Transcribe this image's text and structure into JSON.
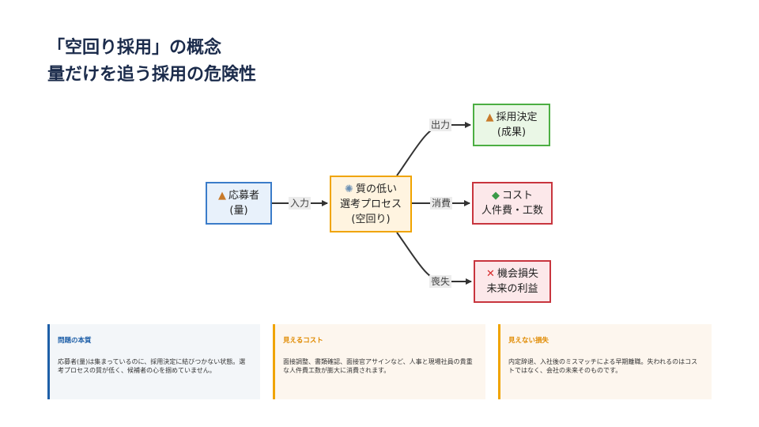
{
  "header": {
    "title_line1": "「空回り採用」の概念",
    "title_line2": "量だけを追う採用の危険性"
  },
  "diagram": {
    "nodes": {
      "input": {
        "icon": "inbox-tray-icon",
        "line1": "応募者",
        "line2": "(量)"
      },
      "process": {
        "icon": "gear-icon",
        "line1": "質の低い",
        "line2": "選考プロセス",
        "line3": "(空回り)"
      },
      "success": {
        "icon": "outbox-tray-icon",
        "line1": "採用決定",
        "line2": "(成果)"
      },
      "cost": {
        "icon": "money-wings-icon",
        "line1": "コスト",
        "line2": "人件費・工数"
      },
      "loss": {
        "icon": "cross-mark-icon",
        "line1": "機会損失",
        "line2": "未来の利益"
      }
    },
    "edges": {
      "input_to_process": "入力",
      "process_to_success": "出力",
      "process_to_cost": "消費",
      "process_to_loss": "喪失"
    }
  },
  "cards": [
    {
      "title": "問題の本質",
      "body": "応募者(量)は集まっているのに、採用決定に結びつかない状態。選考プロセスの質が低く、候補者の心を掴めていません。",
      "accent": "#1e5fa8"
    },
    {
      "title": "見えるコスト",
      "body": "面接調整、書類確認、面接官アサインなど、人事と現場社員の貴重な人件費工数が膨大に消費されます。",
      "accent": "#f0a400"
    },
    {
      "title": "見えない損失",
      "body": "内定辞退、入社後のミスマッチによる早期離職。失われるのはコストではなく、会社の未来そのものです。",
      "accent": "#f0a400"
    }
  ]
}
